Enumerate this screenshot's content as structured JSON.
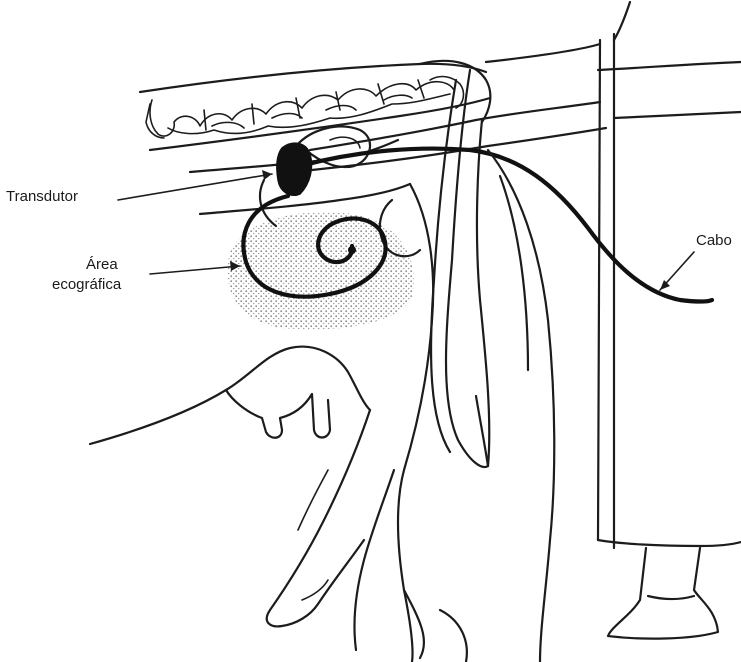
{
  "labels": {
    "transducer": "Transdutor",
    "area_line1": "Área",
    "area_line2": "ecográfica",
    "cable": "Cabo"
  },
  "colors": {
    "ink": "#1c1c1c",
    "stipple": "#8a8a8a",
    "background": "#ffffff"
  }
}
